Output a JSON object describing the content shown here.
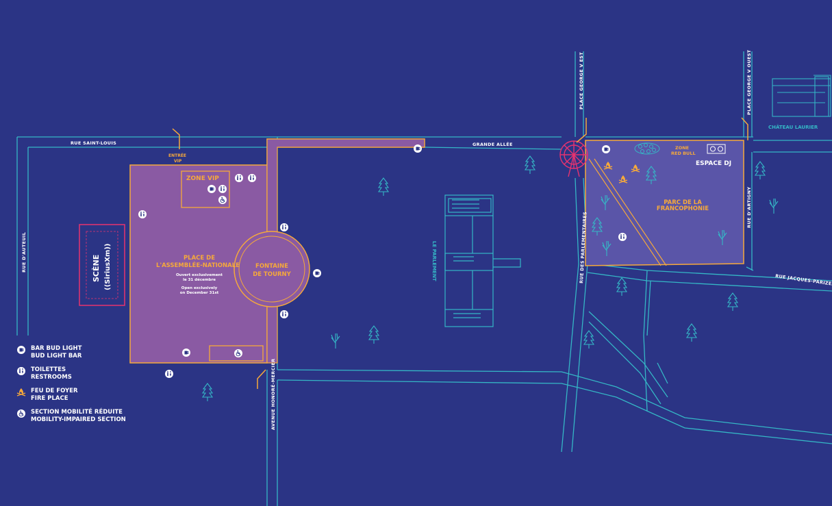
{
  "colors": {
    "background": "#2b3485",
    "road_line": "#35b7c6",
    "zone_fill": "#8a5aa3",
    "zone_border": "#f6a93b",
    "park_fill": "#5a55a8",
    "accent_pink": "#e8336f",
    "text_white": "#ffffff",
    "text_orange": "#f6a93b",
    "text_teal": "#35b7c6"
  },
  "streets": {
    "rue_saint_louis": "RUE SAINT-LOUIS",
    "rue_dauteuil": "RUE D'AUTEUIL",
    "grande_allee": "GRANDE ALLÉE",
    "place_george_v_est": "PLACE GEORGE V EST",
    "place_george_v_ouest": "PLACE GEORGE V OUEST",
    "rue_des_parlementaires": "RUE DES PARLEMENTAIRES",
    "rue_dartigny": "RUE D'ARTIGNY",
    "rue_jacques_parizeau": "RUE JACQUES-PARIZEAU",
    "avenue_honore_mercier": "AVENUE HONORÉ-MERCIER"
  },
  "places": {
    "entree_vip_line1": "ENTRÉE",
    "entree_vip_line2": "VIP",
    "zone_vip": "ZONE VIP",
    "place_line1": "PLACE DE",
    "place_line2": "L'ASSEMBLÉE-NATIONALE",
    "place_note_fr_line1": "Ouvert exclusivement",
    "place_note_fr_line2": "le 31 décembre",
    "place_note_en_line1": "Open exclusively",
    "place_note_en_line2": "on December 31st",
    "fontaine_line1": "FONTAINE",
    "fontaine_line2": "DE TOURNY",
    "scene": "SCÈNE",
    "siriusxm": "((SiriusXm))",
    "parlement": "LE PARLEMENT",
    "parc_line1": "PARC DE LA",
    "parc_line2": "FRANCOPHONIE",
    "zone_red_bull_line1": "ZONE",
    "zone_red_bull_line2": "RED BULL",
    "espace_dj": "ESPACE DJ",
    "chateau_laurier": "CHÂTEAU LAURIER"
  },
  "legend": [
    {
      "icon": "beer-icon",
      "fr": "BAR BUD LIGHT",
      "en": "BUD LIGHT BAR"
    },
    {
      "icon": "restroom-icon",
      "fr": "TOILETTES",
      "en": "RESTROOMS"
    },
    {
      "icon": "fire-icon",
      "fr": "FEU DE FOYER",
      "en": "FIRE PLACE"
    },
    {
      "icon": "wheelchair-icon",
      "fr": "SECTION MOBILITÉ RÉDUITE",
      "en": "MOBILITY-IMPAIRED SECTION"
    }
  ]
}
